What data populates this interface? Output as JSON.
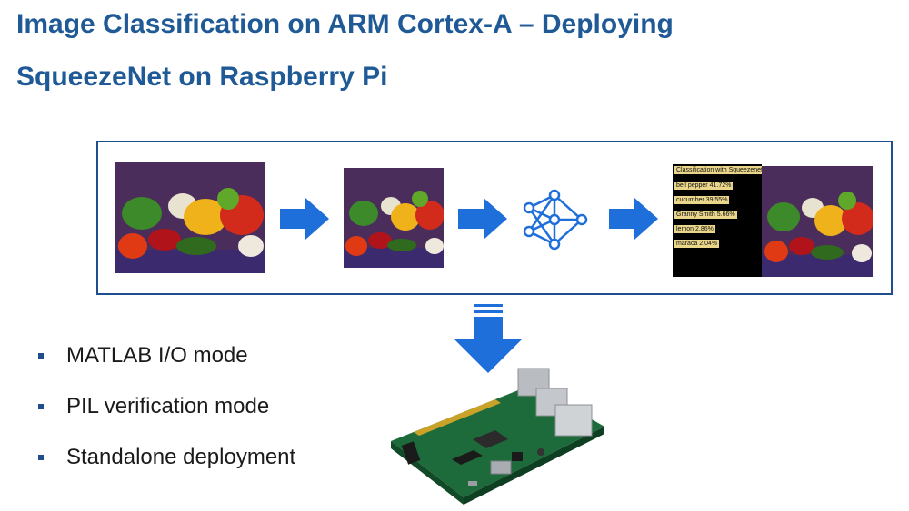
{
  "slide": {
    "title_line1": "Image Classification on ARM Cortex-A – Deploying",
    "title_line2": "SqueezeNet on Raspberry Pi"
  },
  "pipeline": {
    "result_panel": {
      "title": "Classification with Squeezenet",
      "predictions": [
        "bell pepper 41.72%",
        "cucumber 39.55%",
        "Granny Smith 5.66%",
        "lemon 2.86%",
        "maraca 2.04%"
      ]
    }
  },
  "bullets": [
    "MATLAB I/O mode",
    "PIL verification mode",
    "Standalone deployment"
  ],
  "colors": {
    "title": "#1f5a97",
    "arrow": "#1e6fd9",
    "frame": "#1f4e8c",
    "label_bg": "#e9d68a"
  },
  "icons": [
    "arrow-right-icon",
    "neural-network-icon",
    "arrow-down-icon",
    "raspberry-pi-board-image"
  ]
}
